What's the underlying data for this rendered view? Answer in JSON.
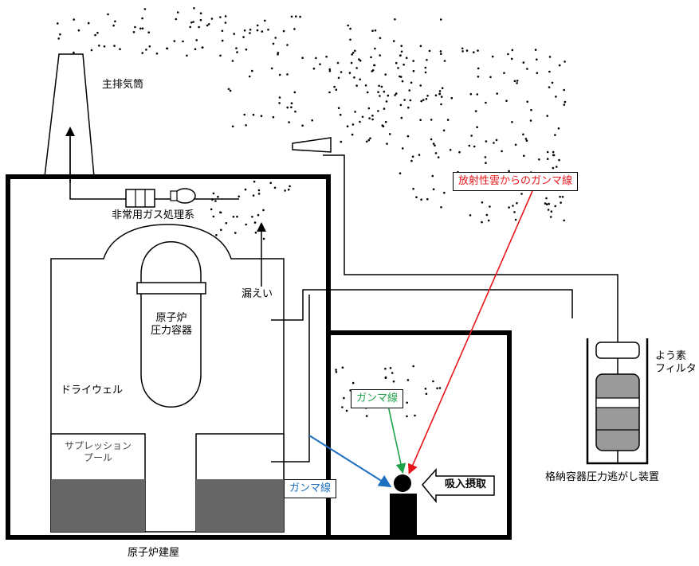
{
  "labels": {
    "main_stack": "主排気筒",
    "emergency_gas": "非常用ガス処理系",
    "leak": "漏えい",
    "rpv_line1": "原子炉",
    "rpv_line2": "圧力容器",
    "drywell": "ドライウェル",
    "suppression_line1": "サプレッション",
    "suppression_line2": "プール",
    "reactor_building": "原子炉建屋",
    "iodine_filter_line1": "よう素",
    "iodine_filter_line2": "フィルタ",
    "vent_device": "格納容器圧力逃がし装置",
    "cloud_gamma": "放射性雲からのガンマ線",
    "room_gamma": "ガンマ線",
    "wall_gamma": "ガンマ線",
    "inhalation": "吸入摂取"
  },
  "colors": {
    "cloud_gamma": "#e8161b",
    "room_gamma": "#1fa34a",
    "wall_gamma": "#1f6fc0",
    "pool_water": "#666666",
    "filter_gray": "#9a9a9a",
    "outline": "#000000"
  }
}
